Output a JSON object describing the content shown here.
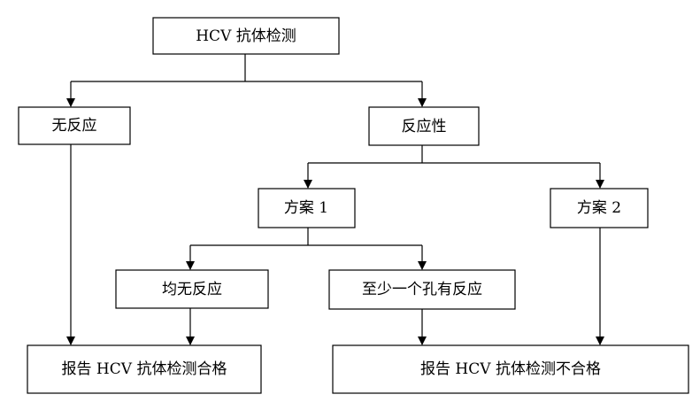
{
  "nodes": {
    "hcv_test": "HCV 抗体检测",
    "non_reactive": "无反应",
    "reactive": "反应性",
    "plan1": "方案 1",
    "plan2": "方案 2",
    "all_non_reactive": "均无反应",
    "at_least_one_reactive": "至少一个孔有反应",
    "report_pass": "报告 HCV 抗体检测合格",
    "report_fail": "报告 HCV 抗体检测不合格"
  },
  "colors": {
    "stroke": "#000000",
    "background": "#ffffff"
  }
}
